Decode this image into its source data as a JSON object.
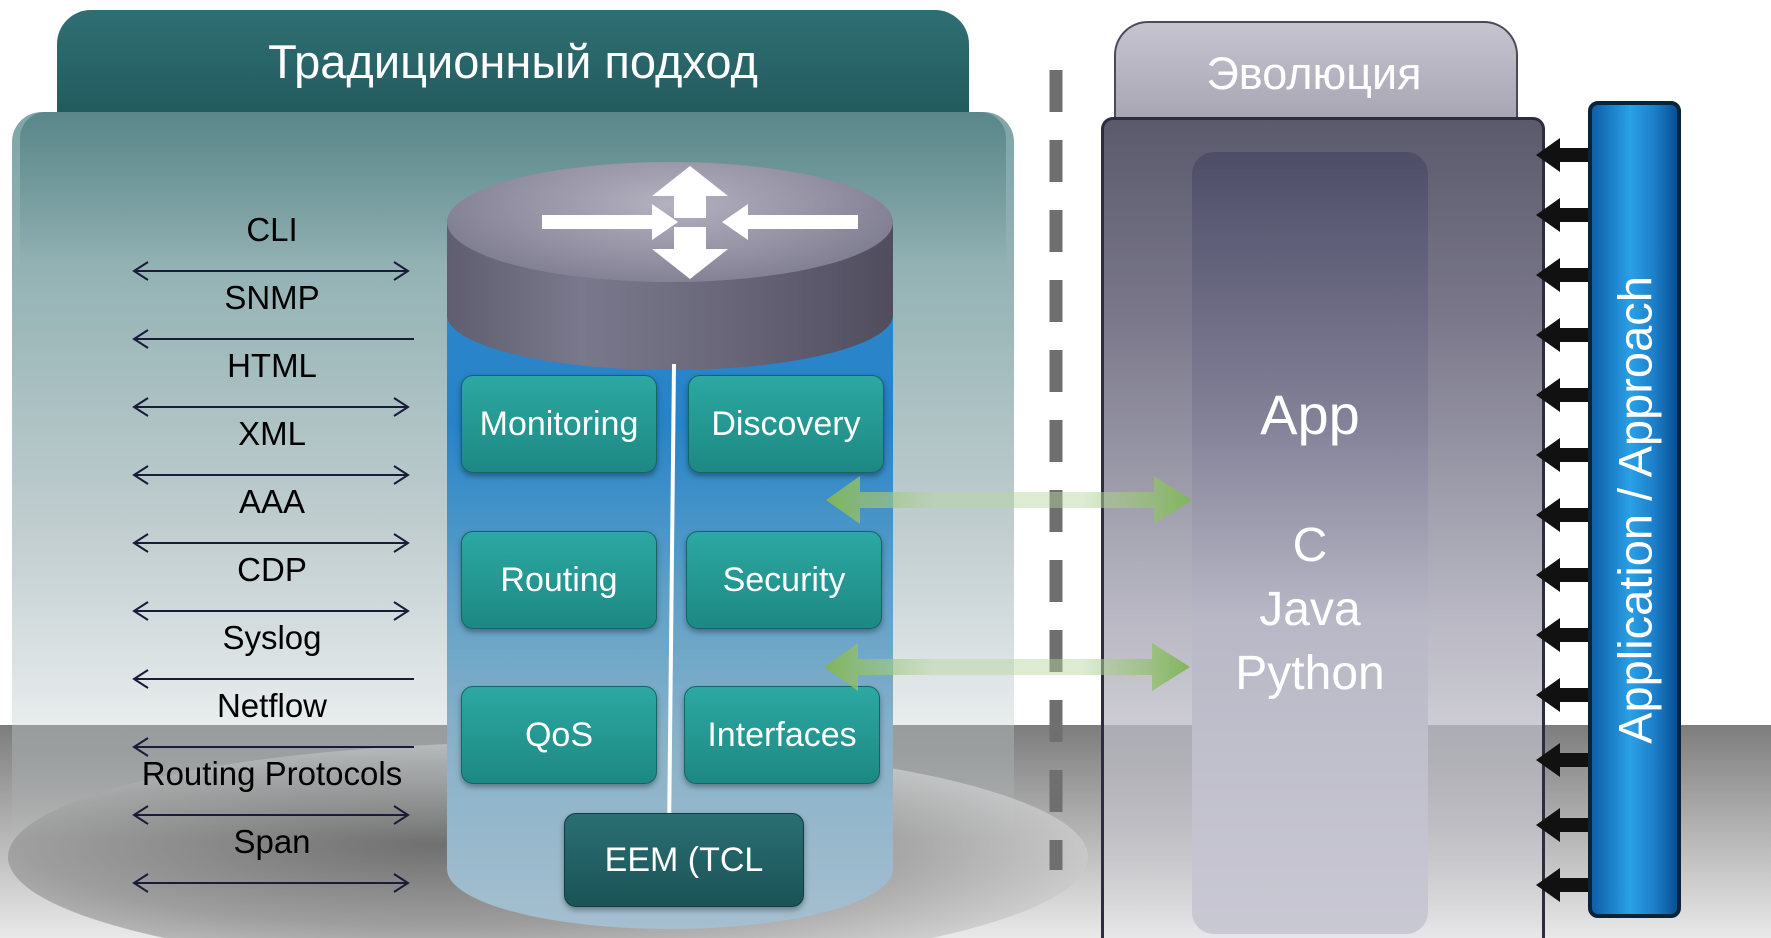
{
  "traditional": {
    "title": "Традиционный подход",
    "protocols": [
      "CLI",
      "SNMP",
      "HTML",
      "XML",
      "AAA",
      "CDP",
      "Syslog",
      "Netflow",
      "Routing Protocols",
      "Span"
    ],
    "modules": [
      "Monitoring",
      "Discovery",
      "Routing",
      "Security",
      "QoS",
      "Interfaces"
    ],
    "eem_label": "EEM (TCL"
  },
  "evolution": {
    "title": "Эволюция",
    "app_title": "App",
    "languages": [
      "C",
      "Java",
      "Python"
    ],
    "bar_label": "Application / Approach"
  },
  "colors": {
    "teal_header": "#1f5659",
    "module_teal": "#1e8883",
    "cylinder_blue": "#2783c8",
    "evo_panel": "#5b596c",
    "bar_blue": "#1b7dc7",
    "green_arrow": "#7fb45a"
  },
  "icons": [
    "router-arrows-icon",
    "double-arrow-icon",
    "left-arrow-icon",
    "black-arrow-icon",
    "green-double-arrow-icon"
  ]
}
